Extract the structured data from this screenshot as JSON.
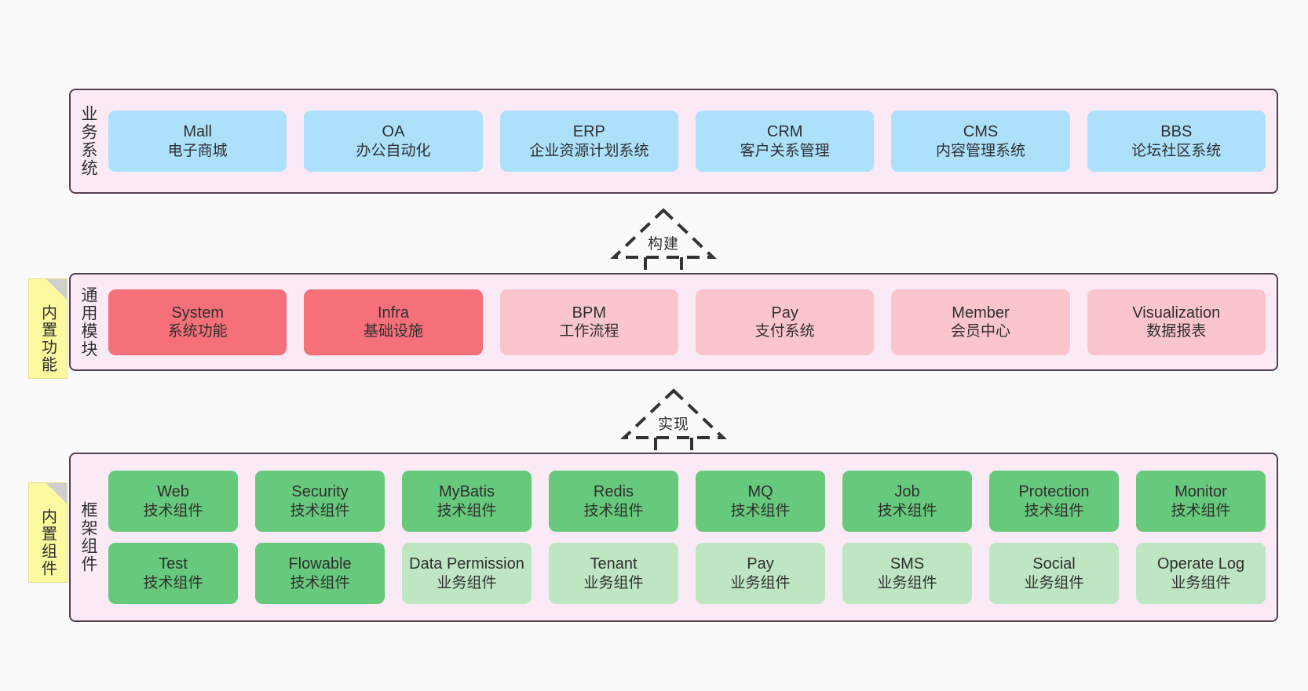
{
  "diagram": {
    "background_color": "#fafafa",
    "layer_bg_color": "#f9eaf6",
    "layer_border_color": "#53404f"
  },
  "layers": [
    {
      "id": "business-systems",
      "title": "业务系统",
      "card_color": "#ace0fb",
      "cards": [
        {
          "en": "Mall",
          "cn": "电子商城"
        },
        {
          "en": "OA",
          "cn": "办公自动化"
        },
        {
          "en": "ERP",
          "cn": "企业资源计划系统"
        },
        {
          "en": "CRM",
          "cn": "客户关系管理"
        },
        {
          "en": "CMS",
          "cn": "内容管理系统"
        },
        {
          "en": "BBS",
          "cn": "论坛社区系统"
        }
      ]
    },
    {
      "id": "common-modules",
      "title": "通用模块",
      "sticky": "内置功能",
      "card_color_strong": "#f6707a",
      "card_color_soft": "#fbc5cd",
      "cards": [
        {
          "en": "System",
          "cn": "系统功能",
          "style": "strong"
        },
        {
          "en": "Infra",
          "cn": "基础设施",
          "style": "strong"
        },
        {
          "en": "BPM",
          "cn": "工作流程",
          "style": "soft"
        },
        {
          "en": "Pay",
          "cn": "支付系统",
          "style": "soft"
        },
        {
          "en": "Member",
          "cn": "会员中心",
          "style": "soft"
        },
        {
          "en": "Visualization",
          "cn": "数据报表",
          "style": "soft"
        }
      ]
    },
    {
      "id": "framework-components",
      "title": "框架组件",
      "sticky": "内置组件",
      "card_color_tech": "#67c97c",
      "card_color_biz": "#bfe6c3",
      "row_tech": [
        {
          "en": "Web",
          "cn": "技术组件"
        },
        {
          "en": "Security",
          "cn": "技术组件"
        },
        {
          "en": "MyBatis",
          "cn": "技术组件"
        },
        {
          "en": "Redis",
          "cn": "技术组件"
        },
        {
          "en": "MQ",
          "cn": "技术组件"
        },
        {
          "en": "Job",
          "cn": "技术组件"
        },
        {
          "en": "Protection",
          "cn": "技术组件"
        },
        {
          "en": "Monitor",
          "cn": "技术组件"
        }
      ],
      "row_biz": [
        {
          "en": "Test",
          "cn": "技术组件",
          "style": "tech"
        },
        {
          "en": "Flowable",
          "cn": "技术组件",
          "style": "tech"
        },
        {
          "en": "Data Permission",
          "cn": "业务组件",
          "style": "biz"
        },
        {
          "en": "Tenant",
          "cn": "业务组件",
          "style": "biz"
        },
        {
          "en": "Pay",
          "cn": "业务组件",
          "style": "biz"
        },
        {
          "en": "SMS",
          "cn": "业务组件",
          "style": "biz"
        },
        {
          "en": "Social",
          "cn": "业务组件",
          "style": "biz"
        },
        {
          "en": "Operate Log",
          "cn": "业务组件",
          "style": "biz"
        }
      ]
    }
  ],
  "connectors": [
    {
      "id": "build",
      "label": "构建",
      "style": "dashed-generalization"
    },
    {
      "id": "implement",
      "label": "实现",
      "style": "dashed-generalization"
    }
  ]
}
